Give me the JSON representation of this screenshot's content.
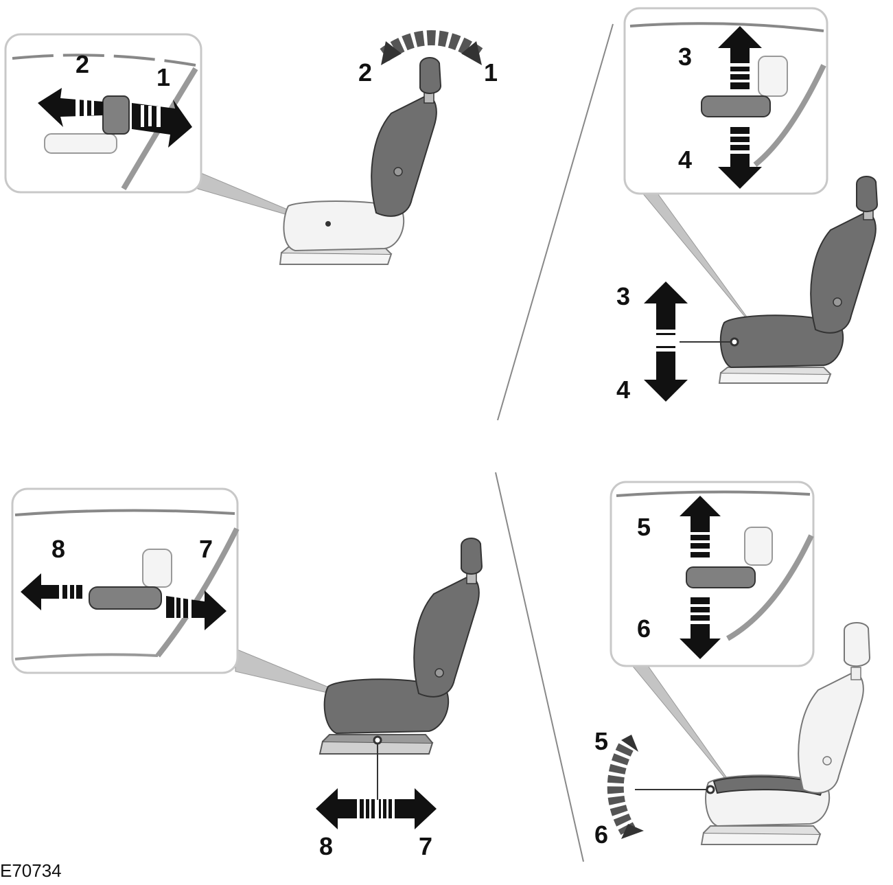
{
  "figure_code": "E70734",
  "colors": {
    "arrow": "#111111",
    "seat_dark": "#6f6f6f",
    "seat_light": "#f2f2f2",
    "outline": "#555555",
    "box_border": "#c8c8c8"
  },
  "panels": {
    "top_left": {
      "name": "seat-fore-aft-and-headrest",
      "labels": [
        "2",
        "1",
        "2",
        "1"
      ]
    },
    "top_right": {
      "name": "seat-height",
      "labels": [
        "3",
        "4",
        "3",
        "4"
      ]
    },
    "bottom_left": {
      "name": "seat-cushion-fore-aft",
      "labels": [
        "8",
        "7",
        "8",
        "7"
      ]
    },
    "bottom_right": {
      "name": "seat-cushion-tilt",
      "labels": [
        "5",
        "6",
        "5",
        "6"
      ]
    }
  }
}
